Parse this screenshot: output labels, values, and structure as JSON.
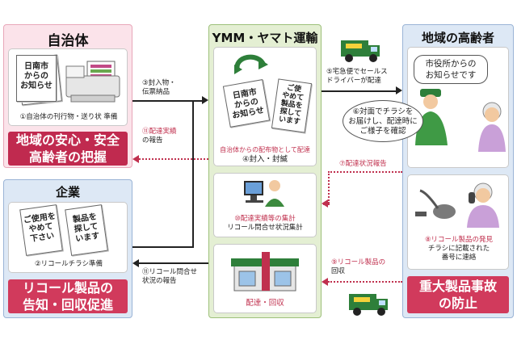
{
  "left": {
    "title": "自治体",
    "card_caption": "①自治体の刊行物・送り状 準備",
    "paper_text": [
      "日南市",
      "からの",
      "お知らせ"
    ],
    "banner_lines": [
      "地域の安心・安全",
      "高齢者の把握"
    ]
  },
  "left2": {
    "title": "企業",
    "card_caption": "②リコールチラシ準備",
    "paper1": [
      "ご使用を",
      "やめて",
      "下さい"
    ],
    "paper2": [
      "製品を",
      "探して",
      "います"
    ],
    "banner_lines": [
      "リコール製品の",
      "告知・回収促進"
    ]
  },
  "center": {
    "title": "YMM・ヤマト運輸",
    "paper_a": [
      "日南市",
      "からの",
      "お知らせ"
    ],
    "paper_b": [
      "ご使",
      "やめて",
      "製品を",
      "探して",
      "います"
    ],
    "red_note": "自治体からの配布物として配達",
    "step4": "④封入・封緘",
    "step10": [
      "⑩配達実績等の集計",
      "リコール問合せ状況集計"
    ],
    "delivery_label": "配達・回収"
  },
  "right": {
    "title": "地域の高齢者",
    "bubble_notice": [
      "市役所からの",
      "お知らせです"
    ],
    "bubble_step6": [
      "⑥対面でチラシを",
      "お届けし、配達時に",
      "ご様子を確認"
    ],
    "step8": [
      "⑧リコール製品の発見",
      "チラシに記載された",
      "番号に連絡"
    ],
    "banner_lines": [
      "重大製品事故",
      "の防止"
    ]
  },
  "flows": {
    "step3": [
      "③封入物・",
      "伝票納品"
    ],
    "step11a": [
      "⑪配達実績",
      "の報告"
    ],
    "step11b": [
      "⑪リコール問合せ",
      "状況の報告"
    ],
    "step5": [
      "⑤宅急便でセールス",
      "ドライバーが配達"
    ],
    "step7": "⑦配達状況報告",
    "step9": [
      "⑨リコール製品の",
      "回収"
    ]
  },
  "colors": {
    "pink_panel": "#fbe3ea",
    "green_panel": "#e4efd3",
    "blue_panel": "#dde8f5",
    "banner_red": "#c02a4f",
    "truck_green": "#2e7f3a",
    "dotted_red": "#c0304e"
  },
  "icons": [
    "printer-icon",
    "recycle-arrow-icon",
    "person-computer-icon",
    "store-building-icon",
    "delivery-truck-icon",
    "elderly-person-icon",
    "delivery-driver-icon",
    "vacuum-cleaner-icon",
    "phone-icon"
  ]
}
